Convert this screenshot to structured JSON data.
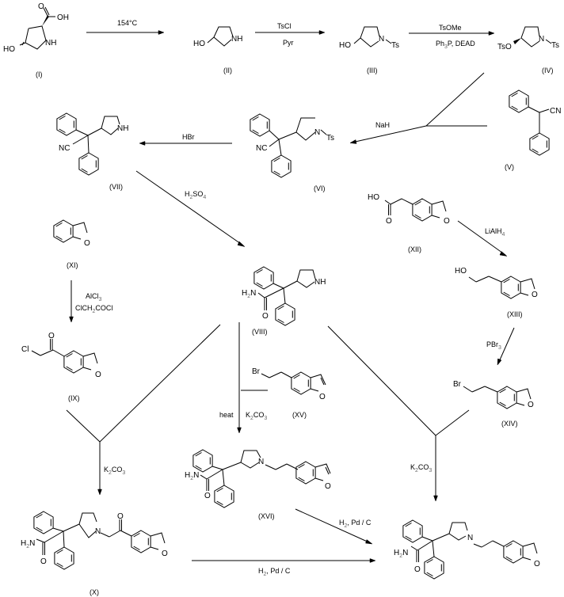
{
  "scheme": {
    "compounds": [
      {
        "id": "I",
        "label": "(I)"
      },
      {
        "id": "II",
        "label": "(II)"
      },
      {
        "id": "III",
        "label": "(III)"
      },
      {
        "id": "IV",
        "label": "(IV)"
      },
      {
        "id": "V",
        "label": "(V)"
      },
      {
        "id": "VI",
        "label": "(VI)"
      },
      {
        "id": "VII",
        "label": "(VII)"
      },
      {
        "id": "VIII",
        "label": "(VIII)"
      },
      {
        "id": "IX",
        "label": "(IX)"
      },
      {
        "id": "X",
        "label": "(X)"
      },
      {
        "id": "XI",
        "label": "(XI)"
      },
      {
        "id": "XII",
        "label": "(XII)"
      },
      {
        "id": "XIII",
        "label": "(XIII)"
      },
      {
        "id": "XIV",
        "label": "(XIV)"
      },
      {
        "id": "XV",
        "label": "(XV)"
      },
      {
        "id": "XVI",
        "label": "(XVI)"
      }
    ],
    "reagents": {
      "r1": "154°C",
      "r2a": "TsCl",
      "r2b": "Pyr",
      "r3a": "TsOMe",
      "r3b_pre": "Ph",
      "r3b_sub": "3",
      "r3b_post": "P, DEAD",
      "r4": "NaH",
      "r5": "HBr",
      "r6_pre": "H",
      "r6_sub": "2",
      "r6_mid": "SO",
      "r6_sub2": "4",
      "r7a_pre": "AlCl",
      "r7a_sub": "3",
      "r7b_pre": "ClCH",
      "r7b_sub": "2",
      "r7b_post": "COCl",
      "r8_pre": "LiAlH",
      "r8_sub": "4",
      "r9_pre": "PBr",
      "r9_sub": "3",
      "r10": "heat",
      "k2co3_pre": "K",
      "k2co3_sub": "2",
      "k2co3_mid": "CO",
      "k2co3_sub2": "3",
      "h2_pre": "H",
      "h2_sub": "2",
      "h2_post": ", Pd / C"
    },
    "atoms": {
      "OH": "OH",
      "HO": "HO",
      "O": "O",
      "NH": "NH",
      "N": "N",
      "Ts": "Ts",
      "TsO": "TsO",
      "NC": "NC",
      "CN": "CN",
      "Cl": "Cl",
      "Br": "Br",
      "H2N_pre": "H",
      "H2N_sub": "2",
      "H2N_post": "N"
    },
    "colors": {
      "ink": "#000000",
      "subscript": "#666666",
      "background": "#ffffff"
    }
  }
}
